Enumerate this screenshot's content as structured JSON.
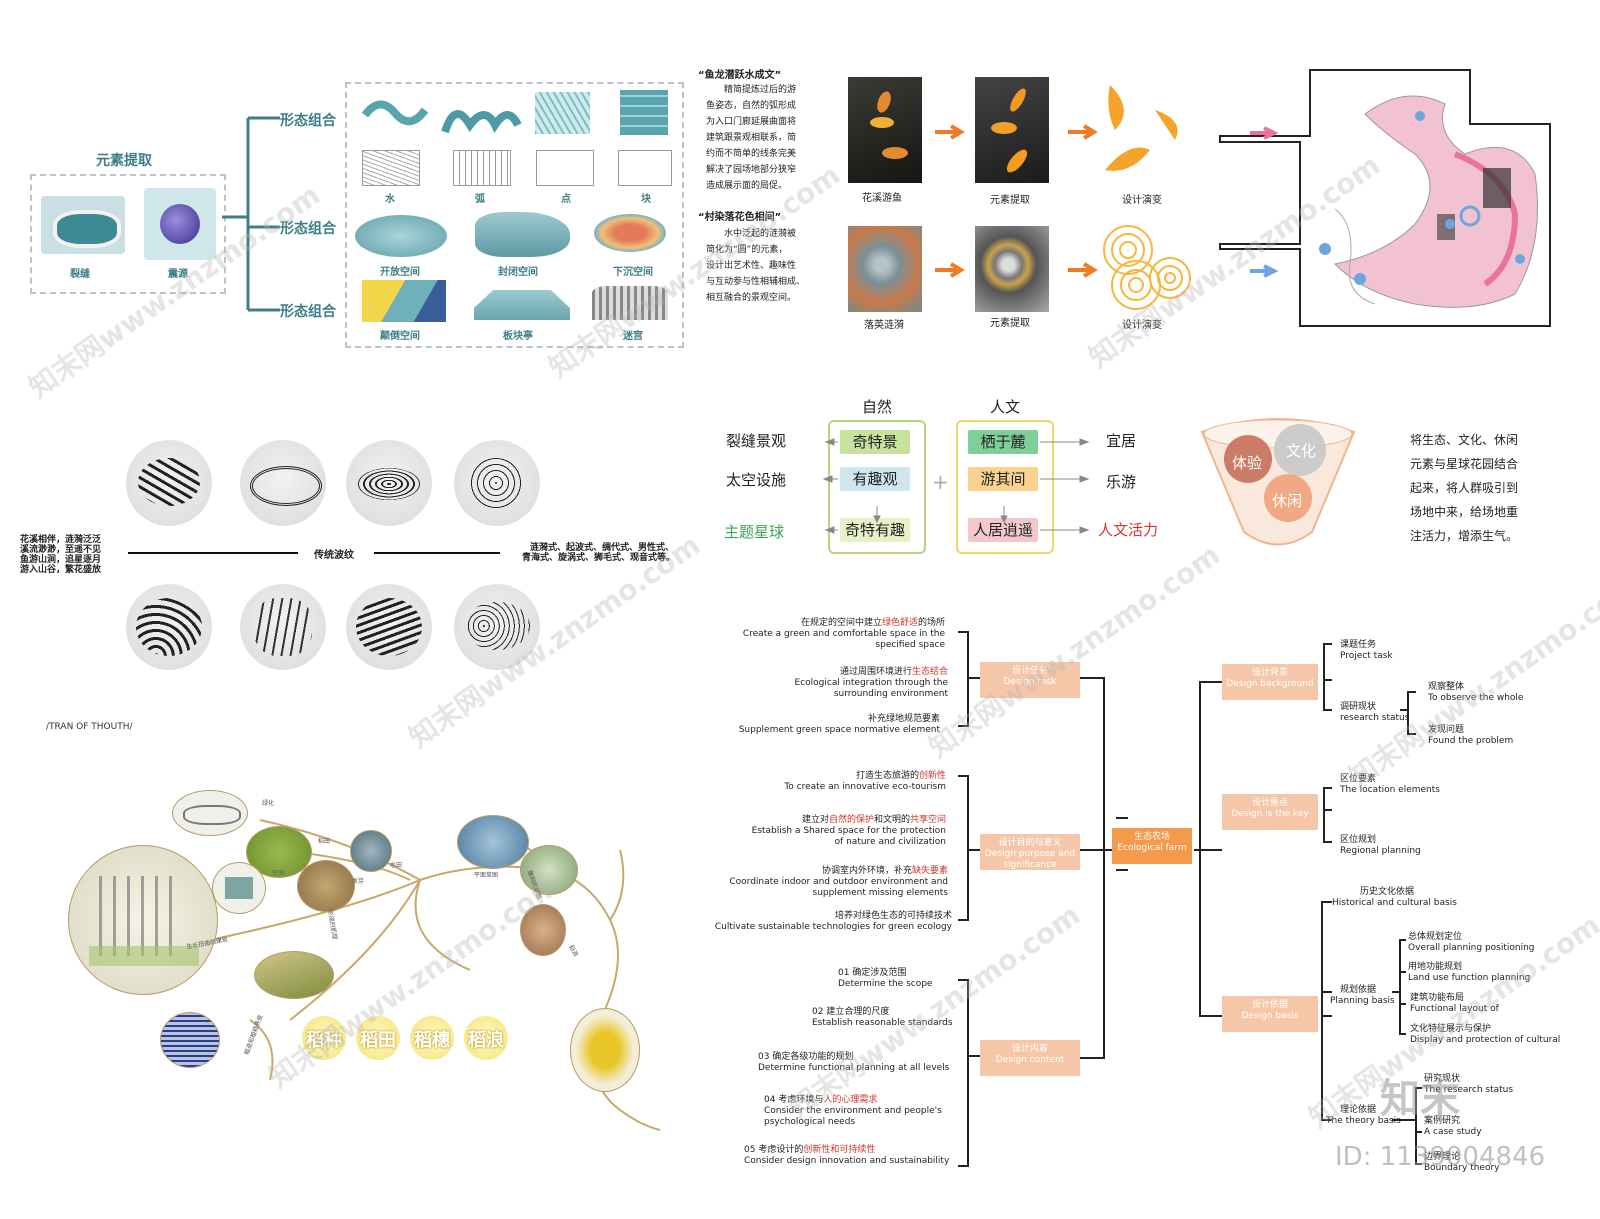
{
  "panel1": {
    "title": "元素提取",
    "items": [
      "裂缝",
      "震源"
    ],
    "branches": [
      "形态组合",
      "形态组合",
      "形态组合"
    ],
    "row1": [
      "水",
      "弧",
      "点",
      "块"
    ],
    "row2": [
      "开放空间",
      "封闭空间",
      "下沉空间"
    ],
    "row3": [
      "颠倒空间",
      "板块亭",
      "迷宫"
    ]
  },
  "panel2": {
    "q1_title": "“鱼龙潜跃水成文”",
    "q1_lines": [
      "精简提炼过后的游",
      "鱼姿态，自然的弧形成",
      "为入口门廊延展曲面将",
      "建筑跟景观相联系，简",
      "约而不简单的线条完美",
      "解决了园场地部分狭窄",
      "造成展示面的局促。"
    ],
    "q2_title": "“村染落花色相间”",
    "q2_lines": [
      "水中泛起的涟漪被",
      "简化为“圆”的元素，",
      "设计出艺术性、趣味性",
      "与互动参与性相辅相成、",
      "相互融合的景观空间。"
    ],
    "row1_labels": [
      "花溪游鱼",
      "元素提取",
      "设计演变"
    ],
    "row2_labels": [
      "落英涟漪",
      "元素提取",
      "设计演变"
    ]
  },
  "waves": {
    "center": "传统波纹",
    "left_lines": [
      "花溪相伴，涟漪泛泛",
      "溪流渺渺，至遥不见",
      "鱼游山涧，追星逐月",
      "游入山谷，繁花盛放"
    ],
    "right_lines": [
      "涟漪式、起波式、绸代式、男性式、",
      "青海式、旋涡式、狮毛式、观音式等。"
    ]
  },
  "concept": {
    "nature": "自然",
    "culture": "人文",
    "left_outer": [
      "裂缝景观",
      "太空设施",
      "主题星球"
    ],
    "left_inner": [
      "奇特景",
      "有趣观",
      "奇特有趣"
    ],
    "right_inner": [
      "栖于麓",
      "游其间",
      "人居逍遥"
    ],
    "right_outer": [
      "宜居",
      "乐游",
      "人文活力"
    ],
    "plus": "+",
    "venn": [
      "体验",
      "文化",
      "休闲"
    ],
    "text_lines": [
      "将生态、文化、休闲",
      "元素与星球花园结合",
      "起来，将人群吸引到",
      "场地中来，给场地重",
      "注活力，增添生气。"
    ]
  },
  "thought": {
    "label": "/TRAN OF THOUTH/",
    "stages": [
      "稻种",
      "稻田",
      "稻穗",
      "稻浪"
    ],
    "branch_labels": [
      "绿化",
      "稻田",
      "水田",
      "发芽",
      "空间",
      "平面草图",
      "雕刻的草图",
      "生长扭曲的建筑",
      "形成的肌理",
      "稻浪",
      "粗造和粗糙表皮"
    ]
  },
  "mindmap": {
    "center": [
      "生态农场",
      "Ecological farm"
    ],
    "left_nodes": [
      {
        "cn": "设计任务",
        "en": "Design task"
      },
      {
        "cn": "设计目的与意义",
        "en": "Design purpose and significance"
      },
      {
        "cn": "设计内容",
        "en": "Design content"
      }
    ],
    "task_items": [
      {
        "pre": "在规定的空间中建立",
        "hl": "绿色舒适",
        "post": "的场所",
        "en": [
          "Create a green and comfortable space in the",
          "specified space"
        ]
      },
      {
        "pre": "通过周围环境进行",
        "hl": "生态结合",
        "post": "",
        "en": [
          "Ecological integration through the",
          "surrounding environment"
        ]
      },
      {
        "pre": "补充绿地规范要素",
        "hl": "",
        "post": "",
        "en": [
          "Supplement green space normative element"
        ]
      }
    ],
    "purpose_items": [
      {
        "pre": "打造生态旅游的",
        "hl": "创新性",
        "post": "",
        "en": [
          "To create an innovative eco-tourism"
        ]
      },
      {
        "pre": "建立对",
        "hl": "自然的保护",
        "post": "和文明的",
        "hl2": "共享空间",
        "en": [
          "Establish a Shared space for the protection",
          "of nature and civilization"
        ]
      },
      {
        "pre": "协调室内外环境，补充",
        "hl": "缺失要素",
        "post": "",
        "en": [
          "Coordinate indoor and outdoor environment and",
          "supplement missing elements"
        ]
      },
      {
        "pre": "培养对绿色生态的可持续技术",
        "hl": "",
        "post": "",
        "en": [
          "Cultivate sustainable technologies for green ecology"
        ]
      }
    ],
    "content_items": [
      {
        "pre": "01 确定涉及范围",
        "hl": "",
        "post": "",
        "en": [
          "Determine the scope"
        ]
      },
      {
        "pre": "02 建立合理的尺度",
        "hl": "",
        "post": "",
        "en": [
          "Establish reasonable standards"
        ]
      },
      {
        "pre": "03  确定各级功能的规划",
        "hl": "",
        "post": "",
        "en": [
          "Determine functional planning at all levels"
        ]
      },
      {
        "pre": "04  考虑环境与",
        "hl": "人的心理需求",
        "post": "",
        "en": [
          "Consider the environment and people's",
          "psychological needs"
        ]
      },
      {
        "pre": "05 考虑设计的",
        "hl": "创新性和可持续性",
        "post": "",
        "en": [
          "Consider design innovation and sustainability"
        ]
      }
    ],
    "right_nodes": [
      {
        "cn": "设计背景",
        "en": "Design background"
      },
      {
        "cn": "设计重点",
        "en": "Design is the key"
      },
      {
        "cn": "设计依据",
        "en": "Design basis"
      }
    ],
    "bg_items": [
      {
        "cn": "课题任务",
        "en": "Project task"
      },
      {
        "cn": "调研现状",
        "en": "research status"
      }
    ],
    "bg_sub": [
      {
        "cn": "观察整体",
        "en": "To observe the whole"
      },
      {
        "cn": "发现问题",
        "en": "Found the problem"
      }
    ],
    "key_items": [
      {
        "cn": "区位要素",
        "en": "The location elements"
      },
      {
        "cn": "区位规划",
        "en": "Regional planning"
      }
    ],
    "basis_items": [
      {
        "cn": "历史文化依据",
        "en": "Historical and cultural basis"
      },
      {
        "cn": "规划依据",
        "en": "Planning basis"
      },
      {
        "cn": "理论依据",
        "en": "The theory basis"
      }
    ],
    "planning_sub": [
      {
        "cn": "总体规划定位",
        "en": "Overall planning positioning"
      },
      {
        "cn": "用地功能规划",
        "en": "Land use function planning"
      },
      {
        "cn": "建筑功能布局",
        "en": "Functional layout of"
      },
      {
        "cn": "文化特征展示与保护",
        "en": "Display and protection of cultural"
      }
    ],
    "theory_sub": [
      {
        "cn": "研究现状",
        "en": "The research status"
      },
      {
        "cn": "案例研究",
        "en": "A case study"
      },
      {
        "cn": "边界理论",
        "en": "Boundary theory"
      }
    ]
  },
  "watermark": {
    "logo": "知末",
    "id": "ID: 1139004846",
    "text": "知末网www.znzmo.com"
  },
  "colors": {
    "teal": "#3d7e88",
    "orange": "#f07b22",
    "pink": "#e9739c",
    "peach": "#f5c7a8",
    "red": "#d4342a"
  }
}
